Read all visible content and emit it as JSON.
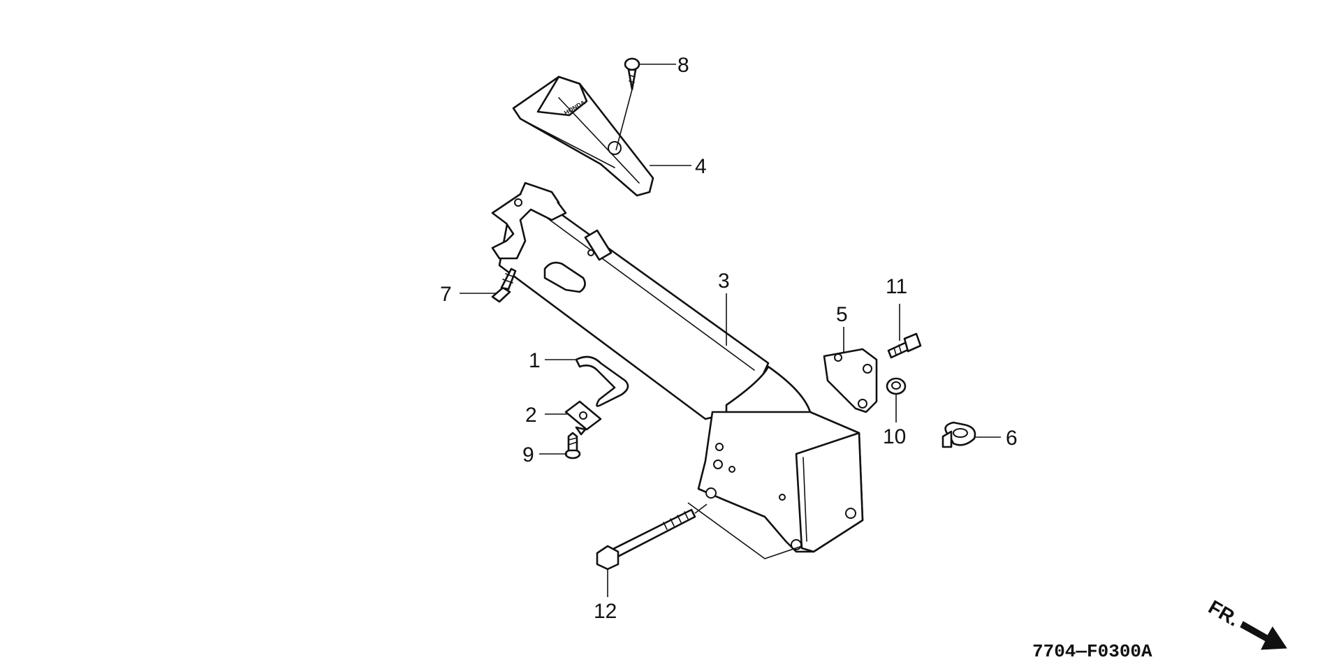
{
  "diagram": {
    "callouts": {
      "p1": "1",
      "p2": "2",
      "p3": "3",
      "p4": "4",
      "p5": "5",
      "p6": "6",
      "p7": "7",
      "p8": "8",
      "p9": "9",
      "p10": "10",
      "p11": "11",
      "p12": "12"
    },
    "brand_mark": "HONDA",
    "drawing_code": "7704—F0300A",
    "direction_label": "FR."
  }
}
